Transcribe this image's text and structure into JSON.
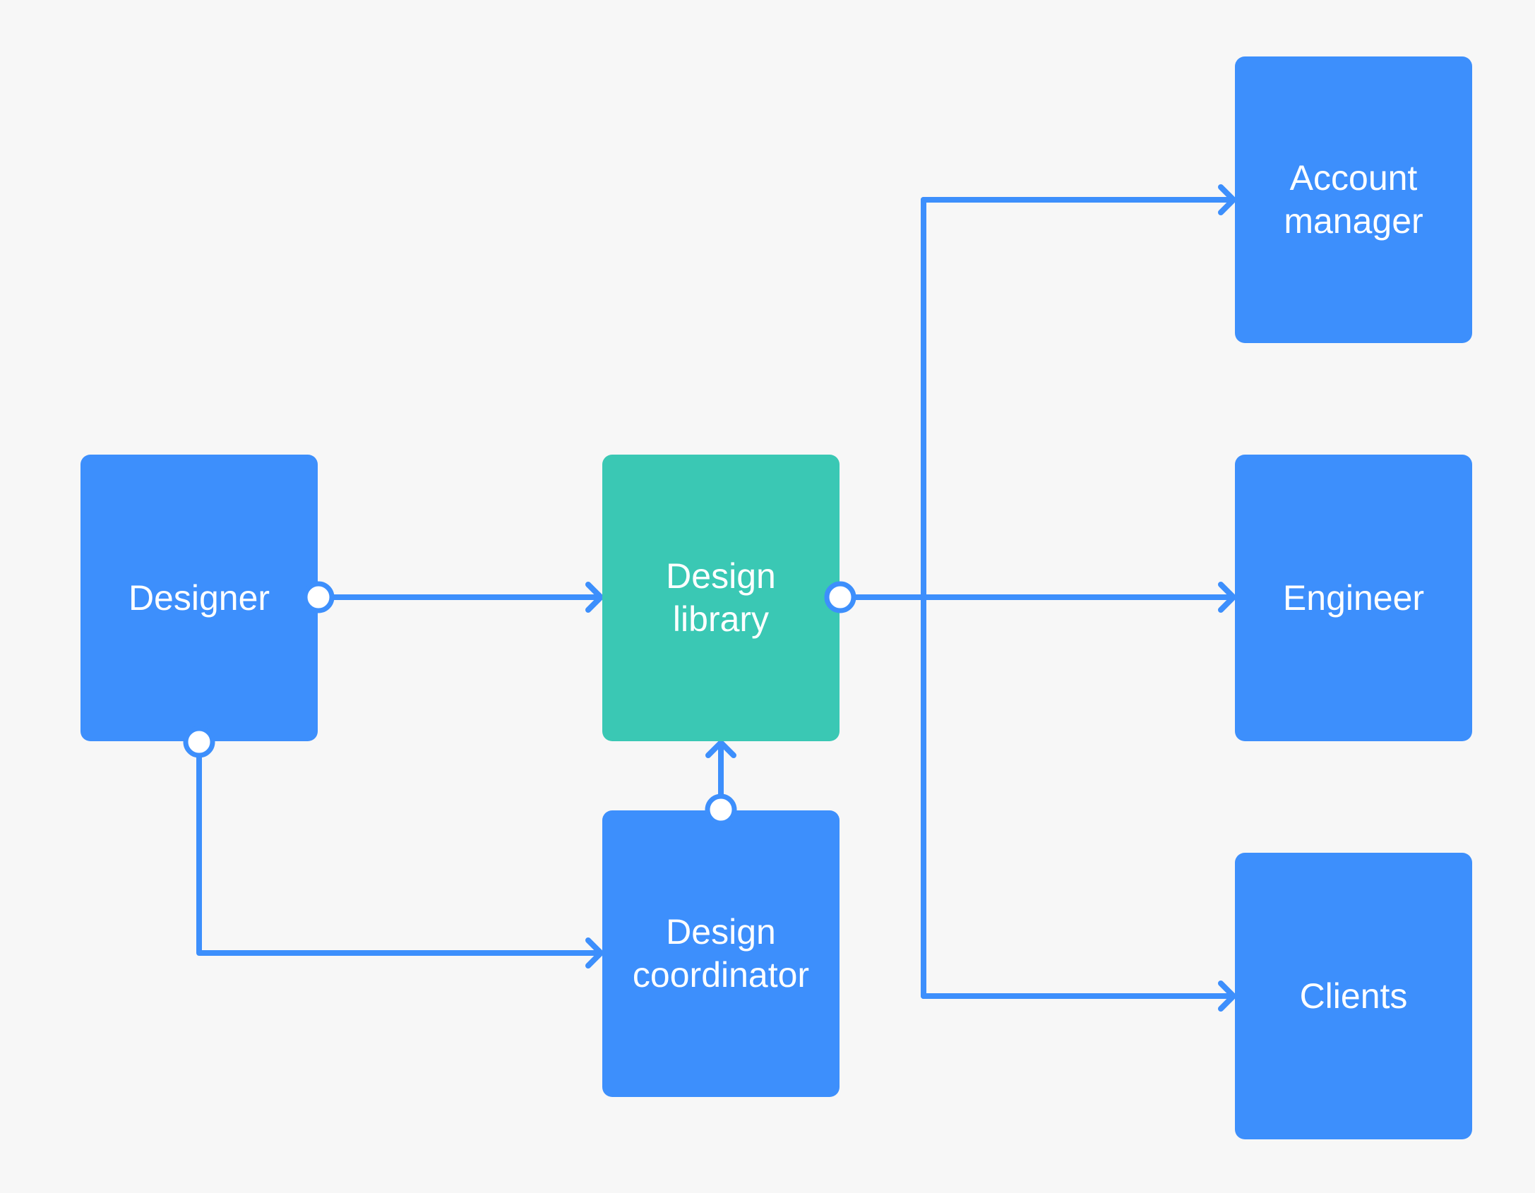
{
  "diagram": {
    "colors": {
      "background": "#f7f7f7",
      "role_node": "#3d8ffc",
      "library_node": "#3ac8b4",
      "connector": "#3d8ffc",
      "port_fill": "#ffffff"
    },
    "nodes": {
      "designer": {
        "label": "Designer"
      },
      "design_library": {
        "label": "Design\nlibrary"
      },
      "design_coordinator": {
        "label": "Design\ncoordinator"
      },
      "account_manager": {
        "label": "Account\nmanager"
      },
      "engineer": {
        "label": "Engineer"
      },
      "clients": {
        "label": "Clients"
      }
    },
    "edges": [
      {
        "from": "Designer",
        "to": "Design library"
      },
      {
        "from": "Designer",
        "to": "Design coordinator"
      },
      {
        "from": "Design coordinator",
        "to": "Design library"
      },
      {
        "from": "Design library",
        "to": "Account manager"
      },
      {
        "from": "Design library",
        "to": "Engineer"
      },
      {
        "from": "Design library",
        "to": "Clients"
      }
    ]
  }
}
